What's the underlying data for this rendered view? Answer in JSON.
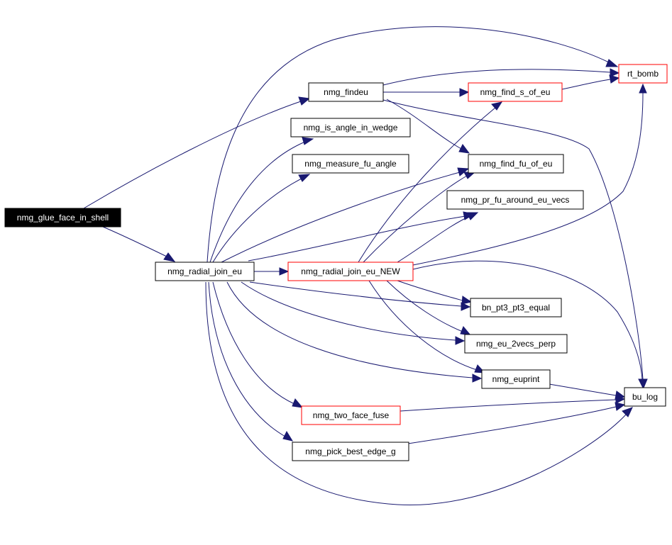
{
  "colors": {
    "edge": "#191970",
    "node_border": "#000000",
    "node_border_incomplete": "#ff0000",
    "focus_fill": "#000000",
    "focus_text": "#ffffff",
    "node_fill": "#ffffff",
    "node_text": "#000000"
  },
  "nodes": {
    "glue_face_in_shell": "nmg_glue_face_in_shell",
    "findeu": "nmg_findeu",
    "is_angle_in_wedge": "nmg_is_angle_in_wedge",
    "measure_fu_angle": "nmg_measure_fu_angle",
    "radial_join_eu": "nmg_radial_join_eu",
    "find_s_of_eu": "nmg_find_s_of_eu",
    "rt_bomb": "rt_bomb",
    "find_fu_of_eu": "nmg_find_fu_of_eu",
    "pr_fu_around_eu_vecs": "nmg_pr_fu_around_eu_vecs",
    "radial_join_eu_new": "nmg_radial_join_eu_NEW",
    "bn_pt3_pt3_equal": "bn_pt3_pt3_equal",
    "eu_2vecs_perp": "nmg_eu_2vecs_perp",
    "euprint": "nmg_euprint",
    "two_face_fuse": "nmg_two_face_fuse",
    "pick_best_edge_g": "nmg_pick_best_edge_g",
    "bu_log": "bu_log"
  }
}
